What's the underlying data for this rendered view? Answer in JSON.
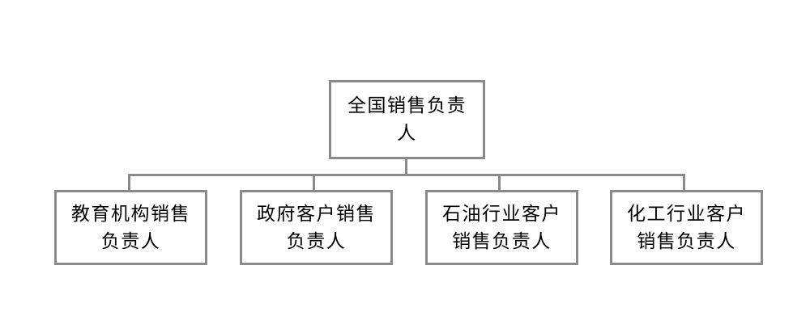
{
  "chart": {
    "type": "org-chart",
    "orientation": "top-down",
    "border_color": "#8a8a8a",
    "text_color": "#000000",
    "background_color": "#ffffff",
    "root": {
      "label": "全国销售负责人"
    },
    "children": [
      {
        "label": "教育机构销售负责人"
      },
      {
        "label": "政府客户销售负责人"
      },
      {
        "label": "石油行业客户销售负责人"
      },
      {
        "label": "化工行业客户销售负责人"
      }
    ]
  }
}
